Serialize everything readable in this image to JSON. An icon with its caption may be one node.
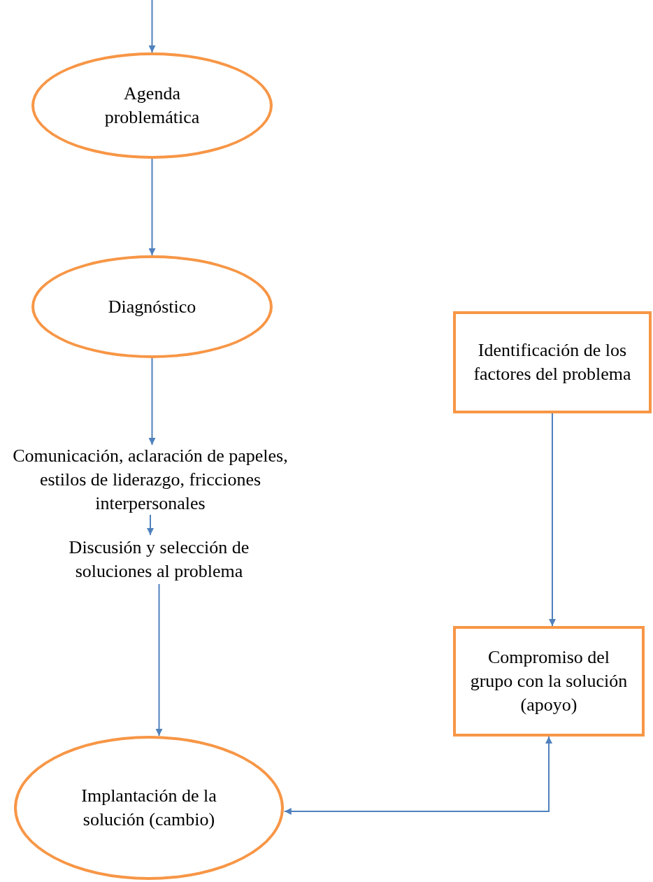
{
  "diagram": {
    "nodes": [
      {
        "text": [
          "Agenda problemática"
        ]
      },
      {
        "text": [
          "Diagnóstico"
        ]
      },
      {
        "text": [
          "Comunicación, aclaración de papeles, estilos de liderazgo, fricciones interpersonales"
        ]
      },
      {
        "text": [
          "Discusión y selección de soluciones al problema"
        ]
      },
      {
        "text": [
          "Implantación de la solución (cambio)"
        ]
      },
      {
        "text": [
          "Identificación de los factores del problema"
        ]
      },
      {
        "text": [
          "Compromiso del grupo con la solución (apoyo)"
        ]
      }
    ],
    "edges": [
      {
        "from": null,
        "to": 0,
        "arrow": "to"
      },
      {
        "from": 0,
        "to": 1,
        "arrow": "to"
      },
      {
        "from": 1,
        "to": 2,
        "arrow": "to"
      },
      {
        "from": 2,
        "to": 3,
        "arrow": "to"
      },
      {
        "from": 3,
        "to": 4,
        "arrow": "to"
      },
      {
        "from": 5,
        "to": 6,
        "arrow": "to"
      },
      {
        "from": 6,
        "to": 4,
        "arrow": "both"
      }
    ]
  }
}
